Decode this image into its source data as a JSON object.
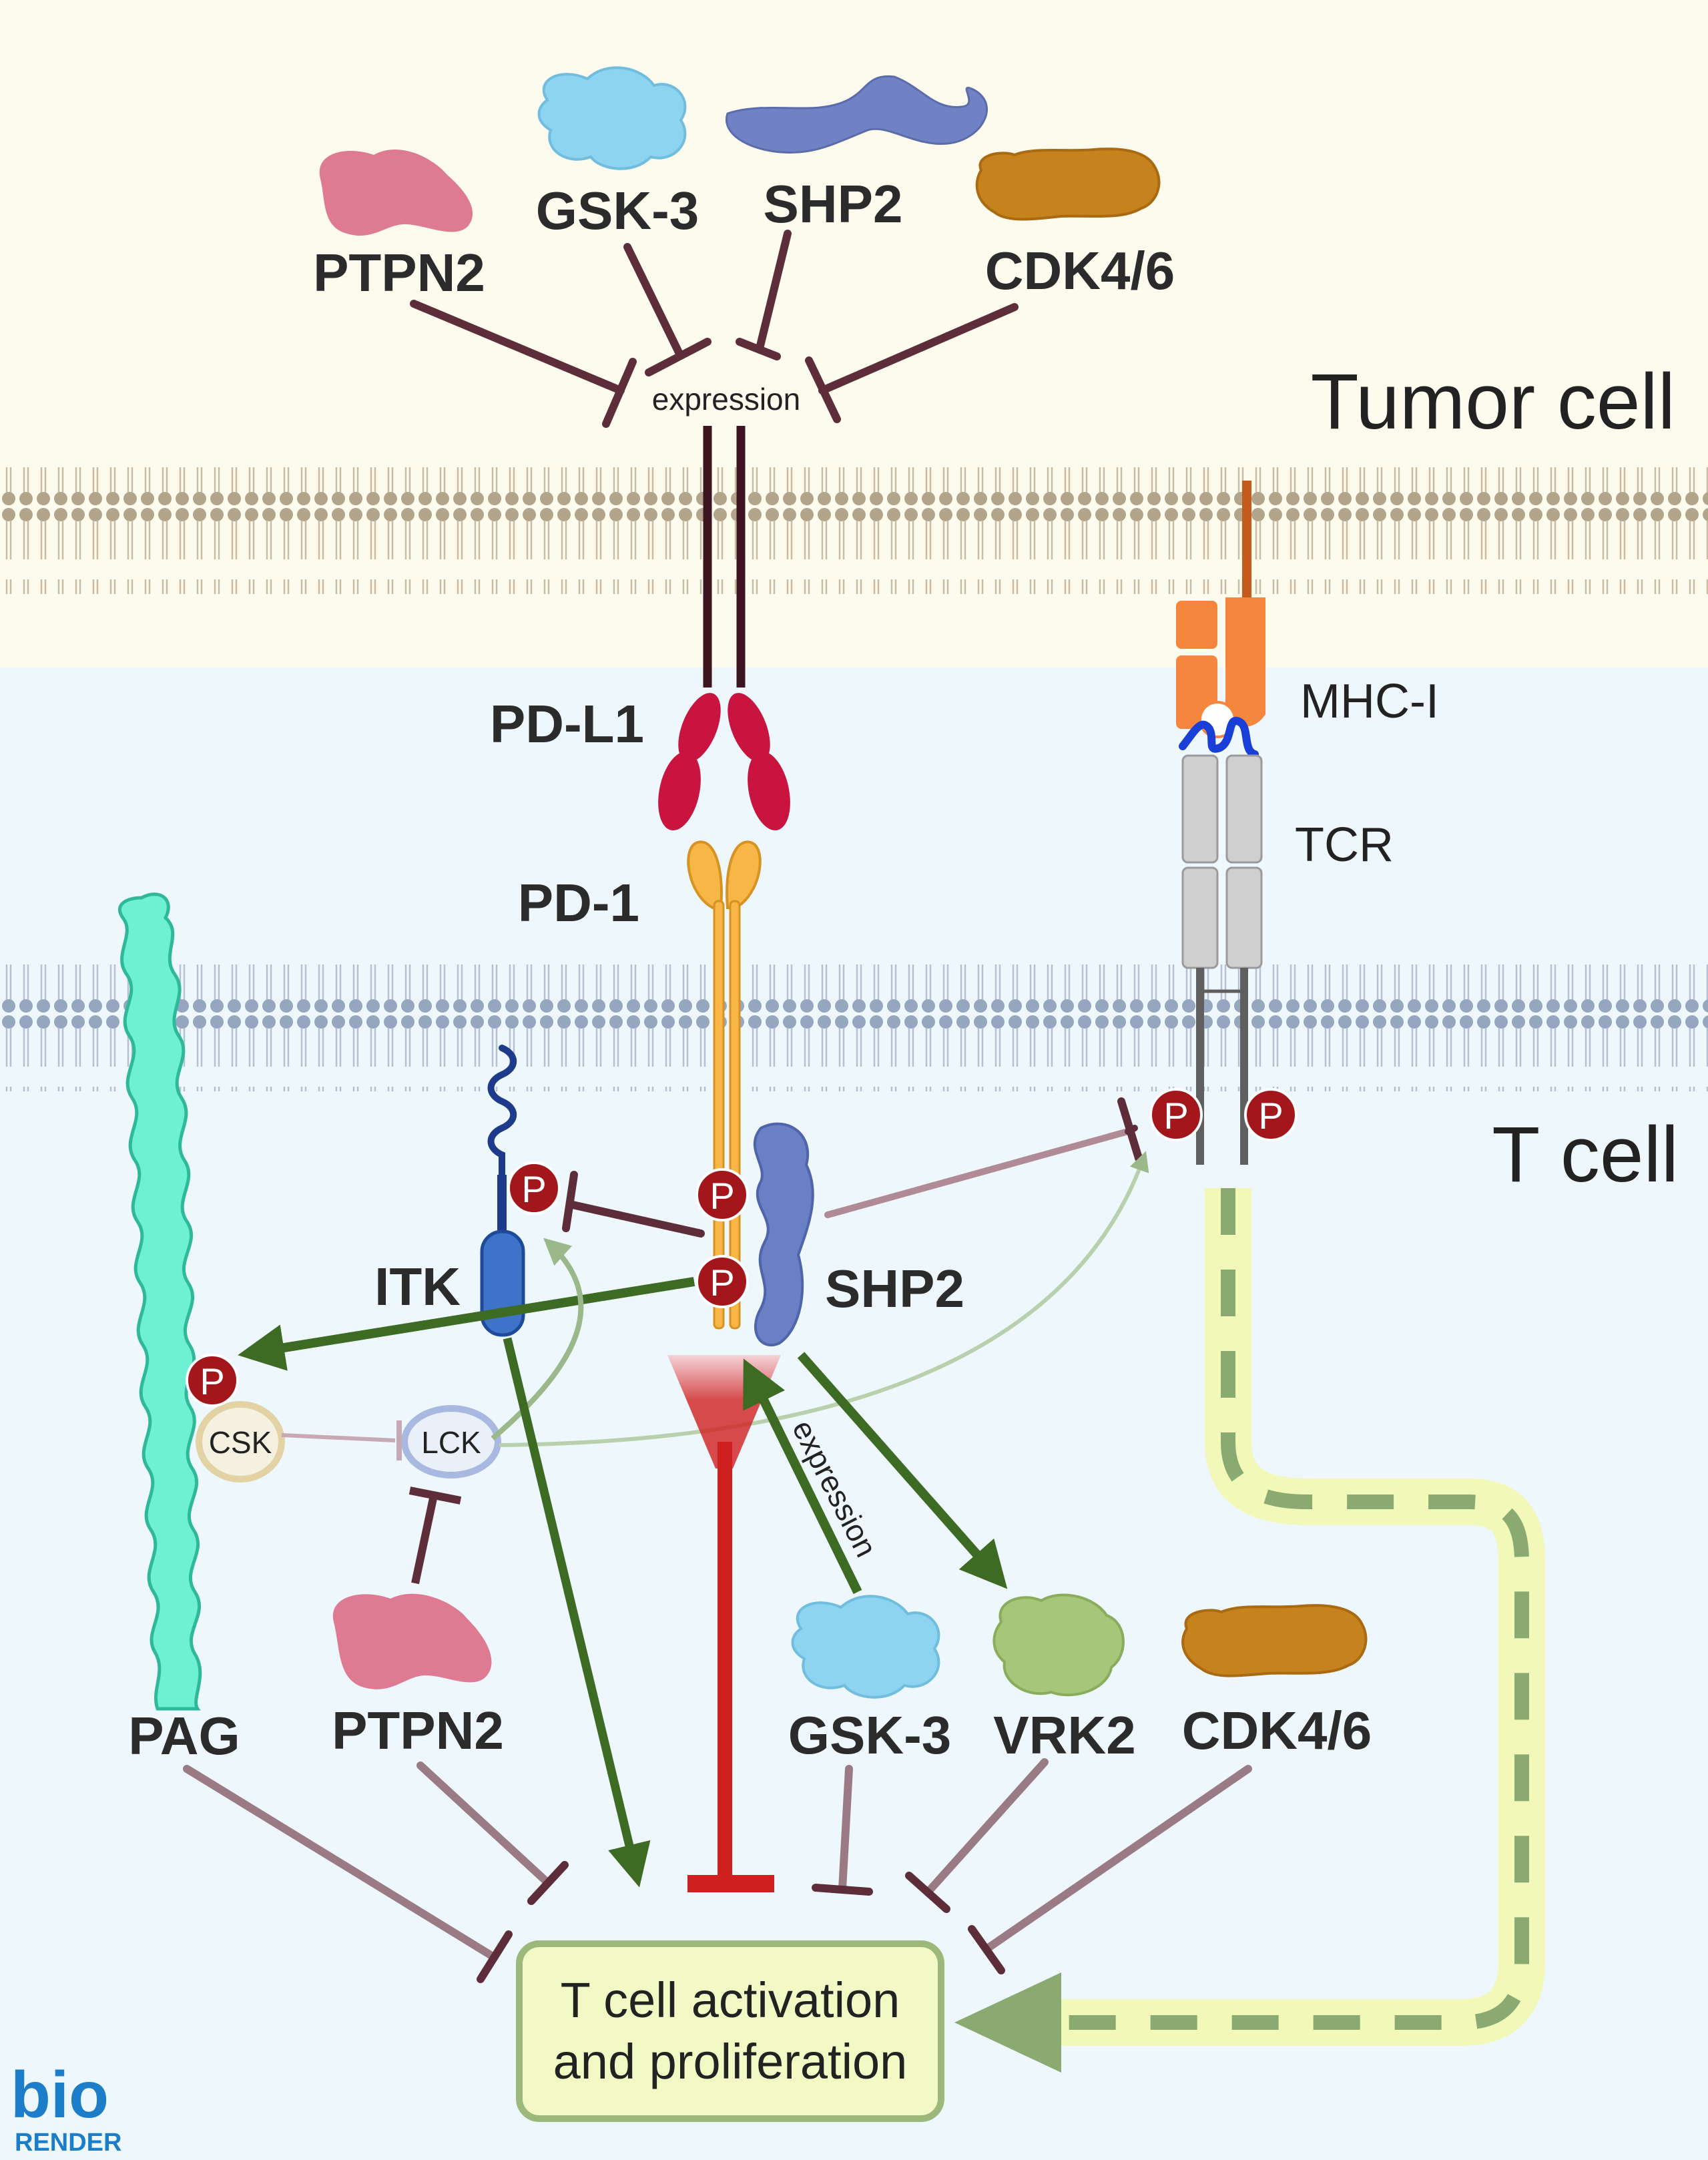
{
  "regions": {
    "tumor": "Tumor cell",
    "tcell": "T cell"
  },
  "tumor_cell": {
    "ptpn2": "PTPN2",
    "gsk3": "GSK-3",
    "shp2": "SHP2",
    "cdk46": "CDK4/6",
    "expression": "expression"
  },
  "receptors": {
    "pdl1": "PD-L1",
    "pd1": "PD-1",
    "mhc": "MHC-I",
    "tcr": "TCR"
  },
  "t_cell": {
    "itk": "ITK",
    "shp2": "SHP2",
    "csk": "CSK",
    "lck": "LCK",
    "pag": "PAG",
    "ptpn2": "PTPN2",
    "gsk3": "GSK-3",
    "vrk2": "VRK2",
    "cdk46": "CDK4/6",
    "expression": "expression",
    "phospho": "P"
  },
  "outcome": {
    "line1": "T cell activation",
    "line2": "and proliferation"
  },
  "logo": {
    "top": "bio",
    "bottom": "RENDER"
  },
  "colors": {
    "tumor_bg": "#fdfbee",
    "tcell_bg": "#eef8fc",
    "tumor_membrane": "#b3a58c",
    "tcell_membrane": "#96a6bf",
    "inhibit": "#5e2d3a",
    "activate": "#3d6b23",
    "block": "#d01f1f",
    "signal_path": "#f1f8b8",
    "signal_dash": "#8aaa72",
    "phospho": "#a3161b",
    "outcome_fill": "#f2f9c4",
    "outcome_border": "#9cb87a"
  }
}
